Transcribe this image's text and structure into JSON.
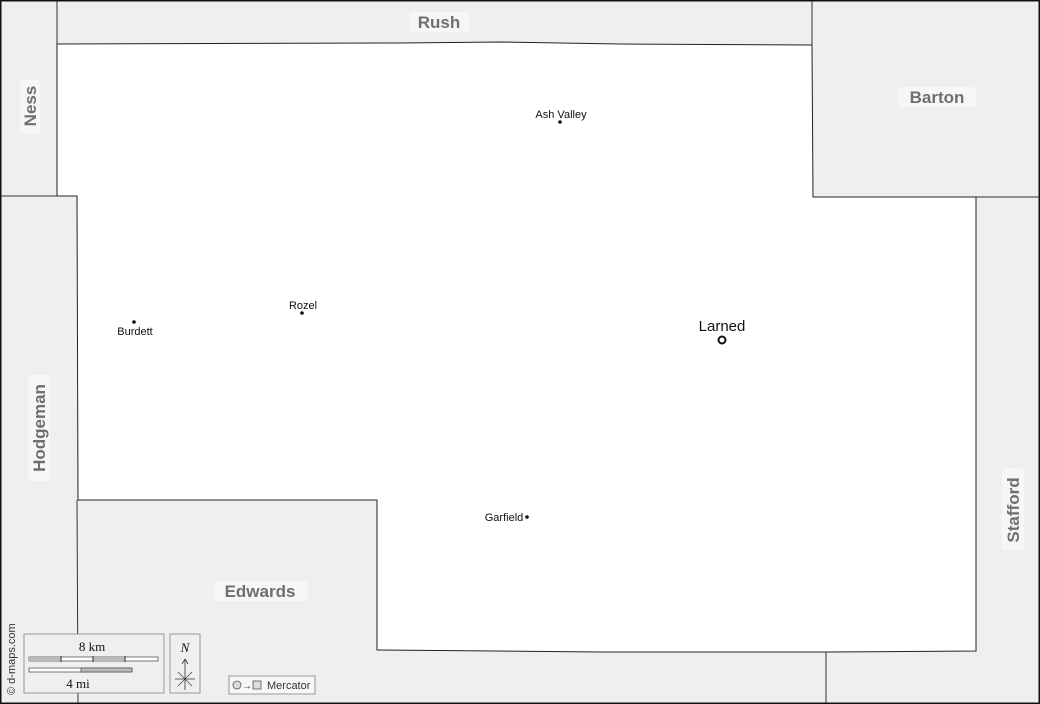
{
  "neighbors": {
    "rush": "Rush",
    "ness": "Ness",
    "barton": "Barton",
    "hodgeman": "Hodgeman",
    "edwards": "Edwards",
    "stafford": "Stafford"
  },
  "cities": {
    "ash_valley": "Ash Valley",
    "rozel": "Rozel",
    "burdett": "Burdett",
    "larned": "Larned",
    "garfield": "Garfield"
  },
  "legend": {
    "scale_km": "8 km",
    "scale_mi": "4 mi",
    "north": "N",
    "projection": "Mercator",
    "credit": "© d-maps.com"
  },
  "colors": {
    "neighbor_fill": "#efefef",
    "county_fill": "#ffffff",
    "label": "#6f6f6f"
  }
}
